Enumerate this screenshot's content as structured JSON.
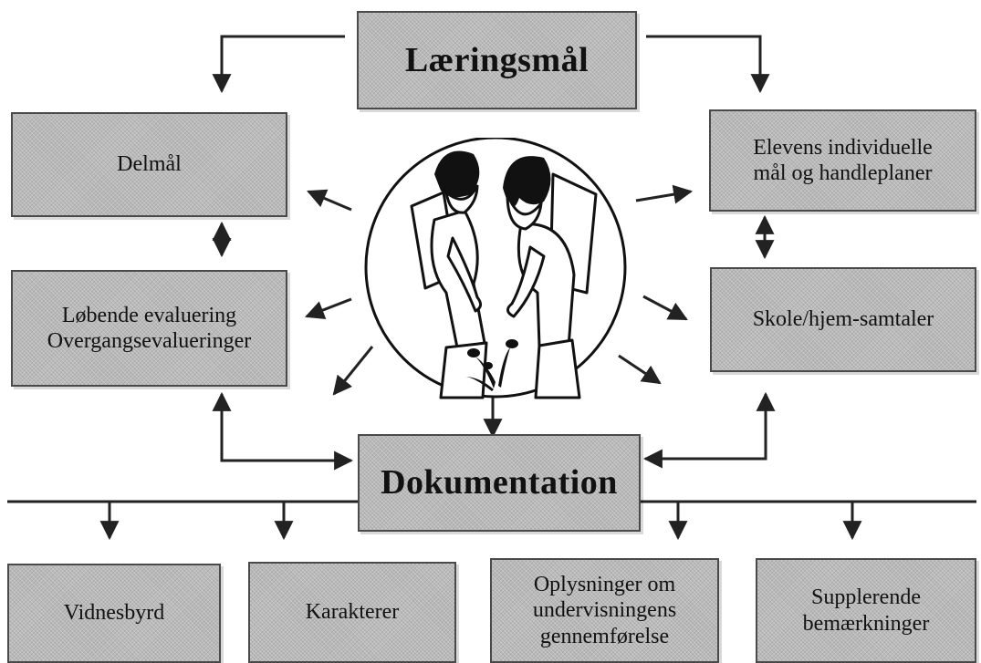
{
  "diagram": {
    "top_title": "Læringsmål",
    "bottom_title": "Dokumentation",
    "left_boxes": [
      {
        "label": "Delmål"
      },
      {
        "label": "Løbende evaluering\nOvergangsevalueringer"
      }
    ],
    "right_boxes": [
      {
        "label": "Elevens individuelle\nmål og handleplaner"
      },
      {
        "label": "Skole/hjem-samtaler"
      }
    ],
    "bottom_boxes": [
      {
        "label": "Vidnesbyrd"
      },
      {
        "label": "Karakterer"
      },
      {
        "label": "Oplysninger om\nundervisningens\ngennemførelse"
      },
      {
        "label": "Supplerende\nbemærkninger"
      }
    ],
    "center_image": "two-children-with-backpacks-looking-at-flower-icon"
  }
}
